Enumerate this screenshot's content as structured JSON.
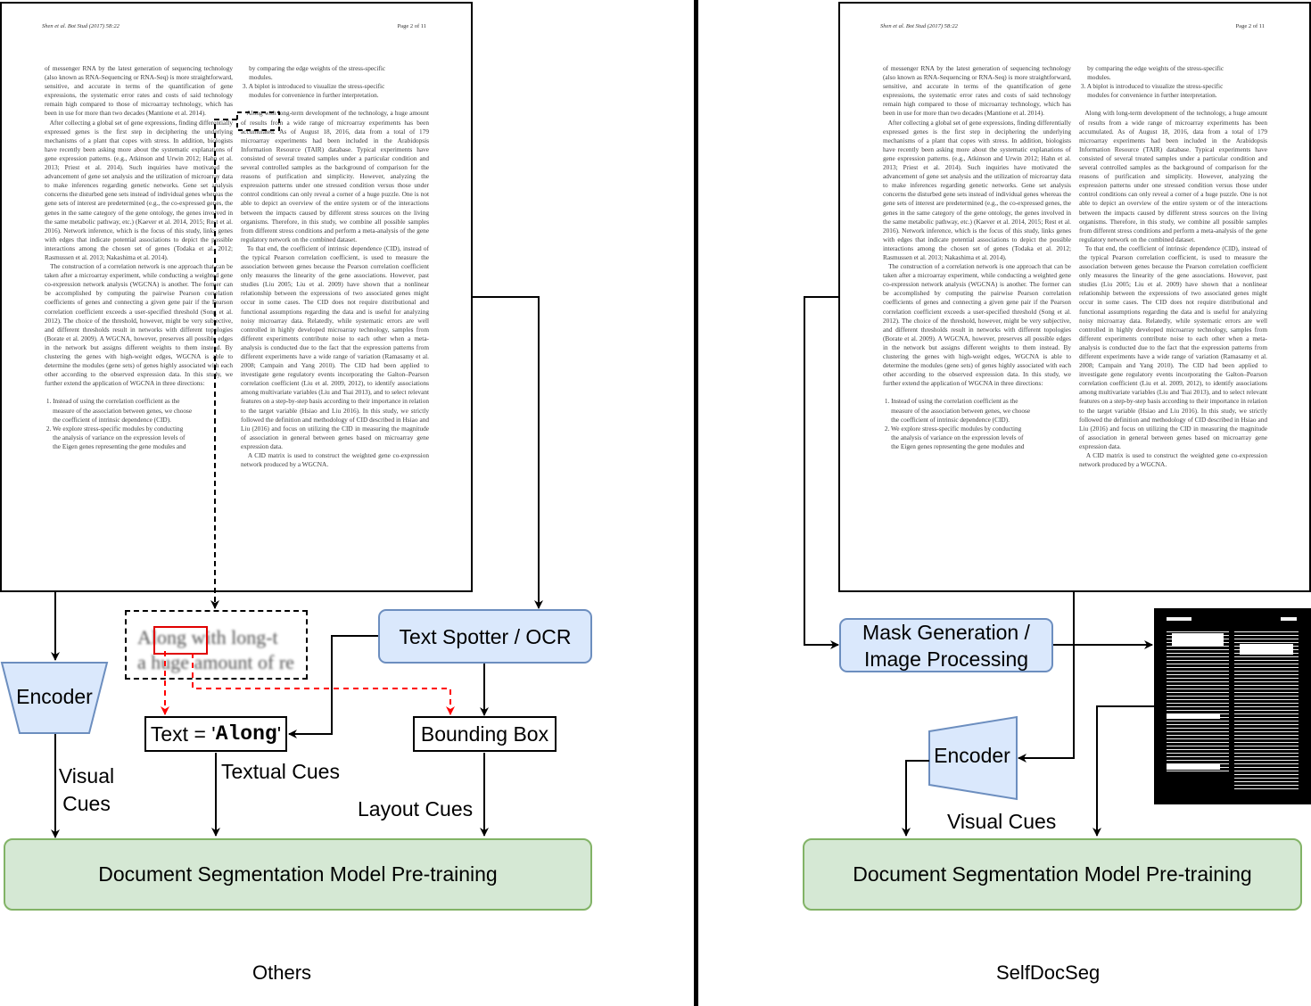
{
  "diagram_title": "Others vs SelfDocSeg",
  "left_panel": {
    "caption": "Others",
    "encoder_label": "Encoder",
    "ocr_label": "Text Spotter / OCR",
    "text_prefix": "Text = '",
    "text_value": "Along",
    "text_suffix": "'",
    "bbox_label": "Bounding Box",
    "visual_cues_label": "Visual\nCues",
    "textual_cues_label": "Textual Cues",
    "layout_cues_label": "Layout Cues",
    "pretrain_label": "Document Segmentation Model Pre-training",
    "crop_line1": "Along with long-t",
    "crop_line2": "a huge amount of re"
  },
  "right_panel": {
    "caption": "SelfDocSeg",
    "mask_label": "Mask Generation /\nImage Processing",
    "encoder_label": "Encoder",
    "visual_cues_label": "Visual Cues",
    "pretrain_label": "Document Segmentation Model Pre-training"
  },
  "document_page": {
    "header_left": "Shen et al. Bot Stud  (2017) 58:22",
    "header_right": "Page 2 of 11",
    "col1": "of messenger RNA by the latest generation of sequencing technology (also known as RNA-Sequencing or RNA-Seq) is more straightforward, sensitive, and accurate in terms of the quantification of gene expressions, the systematic error rates and costs of said technology remain high compared to those of microarray technology, which has been in use for more than two decades (Mantione et al. 2014).\n   After collecting a global set of gene expressions, finding differentially expressed genes is the first step in deciphering the underlying mechanisms of a plant that copes with stress. In addition, biologists have recently been asking more about the systematic explanations of gene expression patterns. (e.g., Atkinson and Urwin 2012; Hahn et al. 2013; Priest et al. 2014). Such inquiries have motivated the advancement of gene set analysis and the utilization of microarray data to make inferences regarding genetic networks. Gene set analysis concerns the disturbed gene sets instead of individual genes whereas the gene sets of interest are predetermined (e.g., the co-expressed genes, the genes in the same category of the gene ontology, the genes involved in the same metabolic pathway, etc.) (Kaever et al. 2014, 2015; Rest et al. 2016). Network inference, which is the focus of this study, links genes with edges that indicate potential associations to depict the possible interactions among the chosen set of genes (Todaka et al. 2012; Rasmussen et al. 2013; Nakashima et al. 2014).\n   The construction of a correlation network is one approach that can be taken after a microarray experiment, while conducting a weighted gene co-expression network analysis (WGCNA) is another. The former can be accomplished by computing the pairwise Pearson correlation coefficients of genes and connecting a given gene pair if the Pearson correlation coefficient exceeds a user-specified threshold (Song et al. 2012). The choice of the threshold, however, might be very subjective, and different thresholds result in networks with different topologies (Borate et al. 2009). A WGCNA, however, preserves all possible edges in the network but assigns different weights to them instead. By clustering the genes with high-weight edges, WGCNA is able to determine the modules (gene sets) of genes highly associated with each other according to the observed expression data. In this study, we further extend the application of WGCNA in three directions:\n\n 1. Instead of using the correlation coefficient as the\n     measure of the association between genes, we choose\n     the coefficient of intrinsic dependence (CID).\n 2. We explore stress-specific modules by conducting\n     the analysis of variance on the expression levels of\n     the Eigen genes representing the gene modules and",
    "col2": "     by comparing the edge weights of the stress-specific\n     modules.\n 3. A biplot is introduced to visualize the stress-specific\n     modules for convenience in further interpretation.\n\n   Along with long-term development of the technology, a huge amount of results from a wide range of microarray experiments has been accumulated. As of August 18, 2016, data from a total of 179 microarray experiments had been included in the Arabidopsis Information Resource (TAIR) database. Typical experiments have consisted of several treated samples under a particular condition and several controlled samples as the background of comparison for the reasons of purification and simplicity. However, analyzing the expression patterns under one stressed condition versus those under control conditions can only reveal a corner of a huge puzzle. One is not able to depict an overview of the entire system or of the interactions between the impacts caused by different stress sources on the living organisms. Therefore, in this study, we combine all possible samples from different stress conditions and perform a meta-analysis of the gene regulatory network on the combined dataset.\n   To that end, the coefficient of intrinsic dependence (CID), instead of the typical Pearson correlation coefficient, is used to measure the association between genes because the Pearson correlation coefficient only measures the linearity of the gene associations. However, past studies (Liu 2005; Liu et al. 2009) have shown that a nonlinear relationship between the expressions of two associated genes might occur in some cases. The CID does not require distributional and functional assumptions regarding the data and is useful for analyzing noisy microarray data. Relatedly, while systematic errors are well controlled in highly developed microarray technology, samples from different experiments contribute noise to each other when a meta-analysis is conducted due to the fact that the expression patterns from different experiments have a wide range of variation (Ramasamy et al. 2008; Campain and Yang 2010). The CID had been applied to investigate gene regulatory events incorporating the Galton–Pearson correlation coefficient (Liu et al. 2009, 2012), to identify associations among multivariate variables (Liu and Tsai 2013), and to select relevant features on a step-by-step basis according to their importance in relation to the target variable (Hsiao and Liu 2016). In this study, we strictly followed the definition and methodology of CID described in Hsiao and Liu (2016) and focus on utilizing the CID in measuring the magnitude of association in general between genes based on microarray gene expression data.\n   A CID matrix is used to construct the weighted gene co-expression network produced by a WGCNA."
  },
  "colors": {
    "blue_fill": "#dae8fc",
    "blue_stroke": "#6c8ebf",
    "green_fill": "#d5e8d4",
    "green_stroke": "#82b366",
    "red_dashed": "#ff0000"
  }
}
